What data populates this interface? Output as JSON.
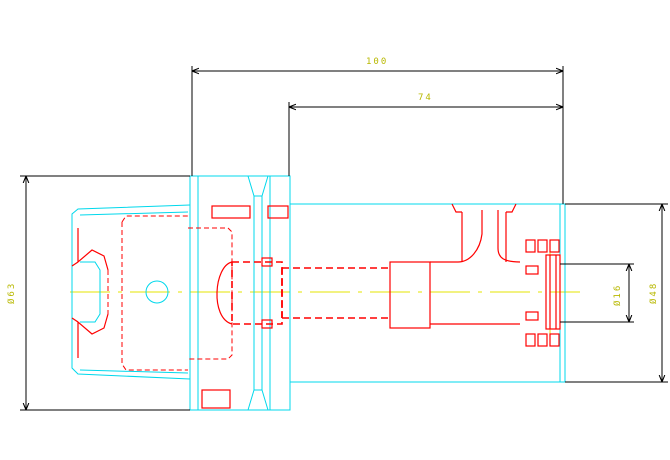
{
  "dimensions": {
    "overall_length": "100",
    "shank_length": "74",
    "flange_diameter": "Ø63",
    "body_diameter": "Ø48",
    "bore_diameter": "Ø16"
  },
  "colors": {
    "outline": "#00d8ec",
    "hidden_lines": "#ff0000",
    "dimension_lines": "#000000",
    "centerline": "#e6e600",
    "dimension_text": "#b8b800"
  }
}
